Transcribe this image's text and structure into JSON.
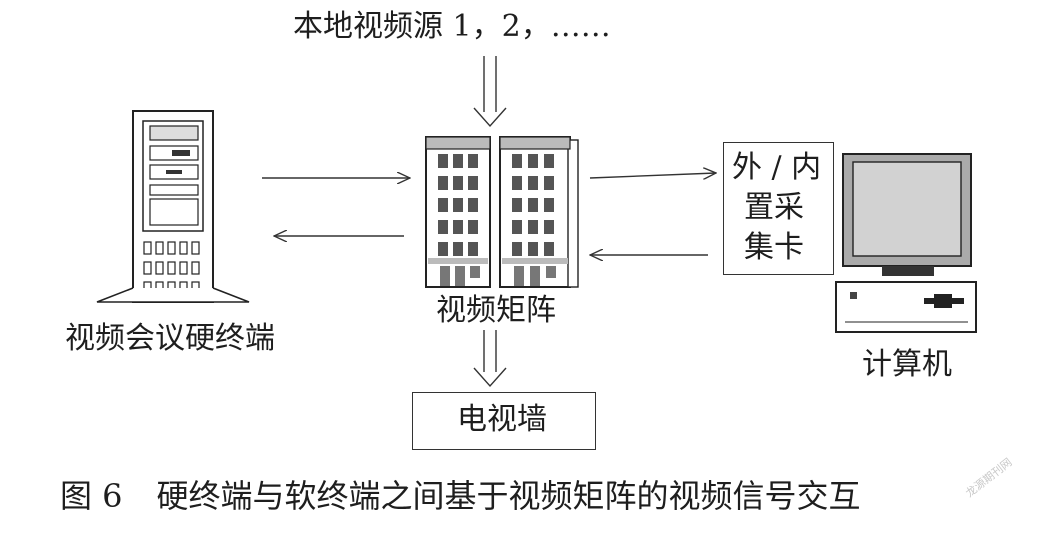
{
  "nodes": {
    "local_sources": "本地视频源 1，2，……",
    "matrix": "视频矩阵",
    "terminal": "视频会议硬终端",
    "capture_card_lines": [
      "外 / 内",
      "置采",
      "集卡"
    ],
    "computer": "计算机",
    "tv_wall": "电视墙"
  },
  "caption": {
    "figure_no": "图 6",
    "text": "硬终端与软终端之间基于视频矩阵的视频信号交互"
  },
  "watermark": "龙源期刊网",
  "icons": [
    "server-tower-icon",
    "building-matrix-icon",
    "desktop-computer-icon"
  ]
}
